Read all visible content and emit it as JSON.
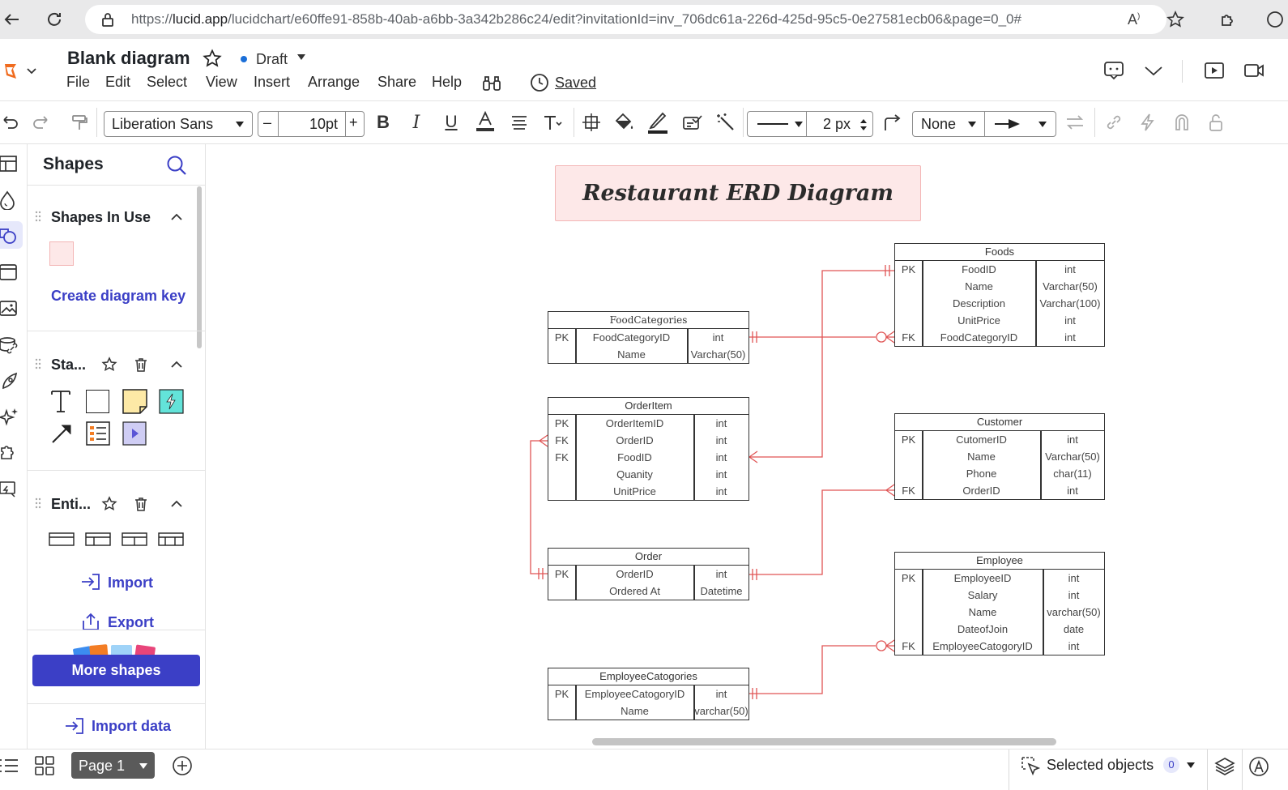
{
  "browser": {
    "url_prefix": "https://",
    "url_host": "lucid.app",
    "url_rest": "/lucidchart/e60ffe91-858b-40ab-a6bb-3a342b286c24/edit?invitationId=inv_706dc61a-226d-425d-95c5-0e27581ecb06&page=0_0#"
  },
  "header": {
    "title": "Blank diagram",
    "status": "Draft",
    "saved": "Saved",
    "menu": [
      "File",
      "Edit",
      "Select",
      "View",
      "Insert",
      "Arrange",
      "Share",
      "Help"
    ]
  },
  "toolbar": {
    "font": "Liberation Sans",
    "font_size": "10pt",
    "line_width": "2 px",
    "line_endpoint": "None"
  },
  "shapes_panel": {
    "title": "Shapes",
    "sections": {
      "in_use": {
        "title": "Shapes In Use",
        "link": "Create diagram key"
      },
      "standard": {
        "title": "Sta..."
      },
      "entity": {
        "title": "Enti..."
      }
    },
    "import_label": "Import",
    "export_label": "Export",
    "more_shapes": "More shapes",
    "import_data": "Import data"
  },
  "diagram": {
    "title": "Restaurant ERD Diagram",
    "entities": [
      {
        "name": "FoodCategories",
        "rows": [
          [
            "PK",
            "FoodCategoryID",
            "int"
          ],
          [
            "",
            "Name",
            "Varchar(50)"
          ]
        ]
      },
      {
        "name": "OrderItem",
        "rows": [
          [
            "PK",
            "OrderItemID",
            "int"
          ],
          [
            "FK",
            "OrderID",
            "int"
          ],
          [
            "FK",
            "FoodID",
            "int"
          ],
          [
            "",
            "Quanity",
            "int"
          ],
          [
            "",
            "UnitPrice",
            "int"
          ]
        ]
      },
      {
        "name": "Order",
        "rows": [
          [
            "PK",
            "OrderID",
            "int"
          ],
          [
            "",
            "Ordered At",
            "Datetime"
          ]
        ]
      },
      {
        "name": "EmployeeCatogories",
        "rows": [
          [
            "PK",
            "EmployeeCatogoryID",
            "int"
          ],
          [
            "",
            "Name",
            "varchar(50)"
          ]
        ]
      },
      {
        "name": "Foods",
        "rows": [
          [
            "PK",
            "FoodID",
            "int"
          ],
          [
            "",
            "Name",
            "Varchar(50)"
          ],
          [
            "",
            "Description",
            "Varchar(100)"
          ],
          [
            "",
            "UnitPrice",
            "int"
          ],
          [
            "FK",
            "FoodCategoryID",
            "int"
          ]
        ]
      },
      {
        "name": "Customer",
        "rows": [
          [
            "PK",
            "CutomerID",
            "int"
          ],
          [
            "",
            "Name",
            "Varchar(50)"
          ],
          [
            "",
            "Phone",
            "char(11)"
          ],
          [
            "FK",
            "OrderID",
            "int"
          ]
        ]
      },
      {
        "name": "Employee",
        "rows": [
          [
            "PK",
            "EmployeeID",
            "int"
          ],
          [
            "",
            "Salary",
            "int"
          ],
          [
            "",
            "Name",
            "varchar(50)"
          ],
          [
            "",
            "DateofJoin",
            "date"
          ],
          [
            "FK",
            "EmployeeCatogoryID",
            "int"
          ]
        ]
      }
    ]
  },
  "bottom": {
    "page": "Page 1",
    "selected_label": "Selected objects",
    "selected_count": "0"
  },
  "colors": {
    "accent": "#3b3fc6",
    "connector": "#e05555",
    "title_fill": "#fde8e8"
  }
}
